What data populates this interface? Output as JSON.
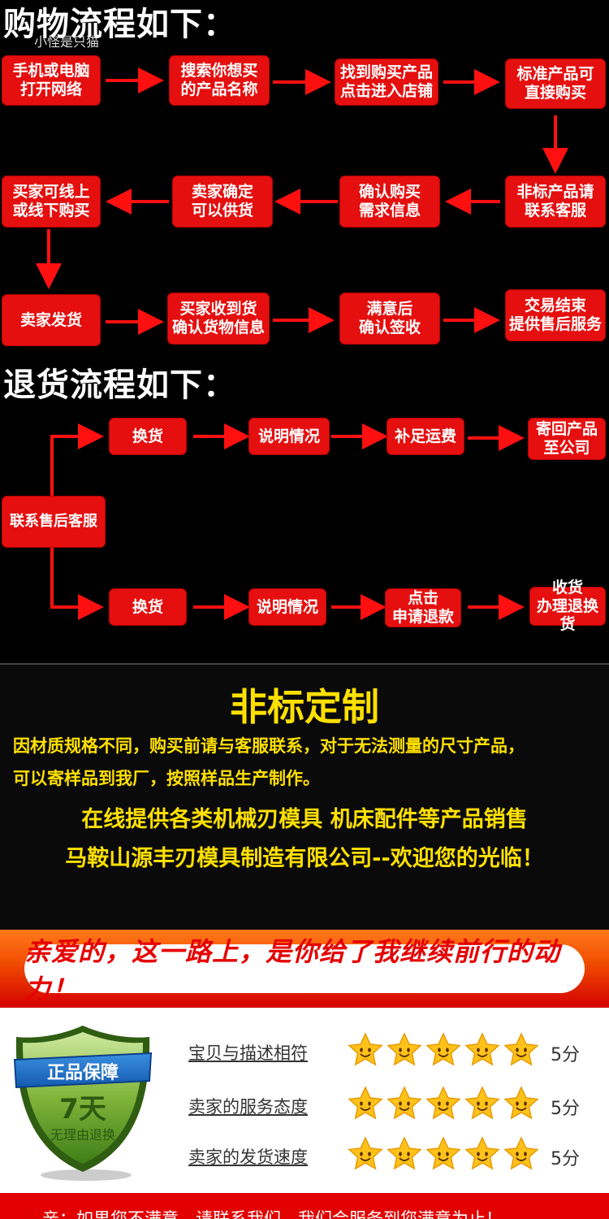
{
  "shopping": {
    "heading": "购物流程如下：",
    "watermark": "小怪是只猫",
    "steps": [
      "手机或电脑\n打开网络",
      "搜索你想买\n的产品名称",
      "找到购买产品\n点击进入店铺",
      "标准产品可\n直接购买",
      "非标产品请\n联系客服",
      "确认购买\n需求信息",
      "卖家确定\n可以供货",
      "买家可线上\n或线下购买",
      "卖家发货",
      "买家收到货\n确认货物信息",
      "满意后\n确认签收",
      "交易结束\n提供售后服务"
    ]
  },
  "returns": {
    "heading": "退货流程如下：",
    "start": "联系售后客服",
    "top_row": [
      "换货",
      "说明情况",
      "补足运费",
      "寄回产品\n至公司"
    ],
    "bottom_row": [
      "换货",
      "说明情况",
      "点击\n申请退款",
      "收货\n办理退换货"
    ]
  },
  "custom": {
    "title": "非标定制",
    "line1": "因材质规格不同，购买前请与客服联系，对于无法测量的尺寸产品，",
    "line2": "可以寄样品到我厂，按照样品生产制作。",
    "line3": "在线提供各类机械刃模具 机床配件等产品销售",
    "line4": "马鞍山源丰刃模具制造有限公司--欢迎您的光临！"
  },
  "rating": {
    "banner": "亲爱的，这一路上，是你给了我继续前行的动力！",
    "badge_title": "正品保障",
    "badge_days": "7天",
    "badge_sub": "无理由退换",
    "rows": [
      {
        "label": "宝贝与描述相符",
        "stars": 5,
        "score": "5分"
      },
      {
        "label": "卖家的服务态度",
        "stars": 5,
        "score": "5分"
      },
      {
        "label": "卖家的发货速度",
        "stars": 5,
        "score": "5分"
      }
    ],
    "footer": "亲：如果您不满意，请联系我们，我们会服务到您满意为止！"
  },
  "colors": {
    "box_red": "#e50f0f",
    "arrow_red": "#ff1010",
    "text_yellow": "#ffe000",
    "star_gold": "#ffc21a"
  }
}
